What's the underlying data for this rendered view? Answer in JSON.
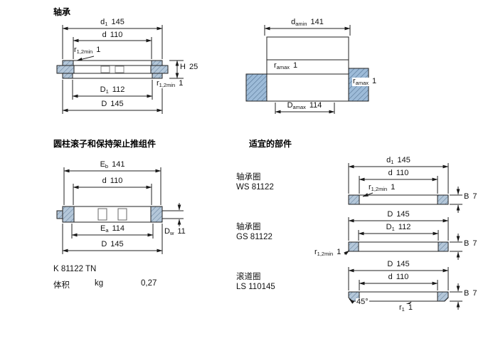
{
  "bearing": {
    "title": "轴承",
    "dims": {
      "d1": {
        "base": "d",
        "sub": "1",
        "value": "145"
      },
      "d": {
        "base": "d",
        "sub": "",
        "value": "110"
      },
      "r12_top": {
        "base": "r",
        "sub": "1,2min",
        "value": "1"
      },
      "H": {
        "base": "H",
        "sub": "",
        "value": "25"
      },
      "r12_bottom": {
        "base": "r",
        "sub": "1,2min",
        "value": "1"
      },
      "D1": {
        "base": "D",
        "sub": "1",
        "value": "112"
      },
      "D": {
        "base": "D",
        "sub": "",
        "value": "145"
      }
    }
  },
  "abutment": {
    "dims": {
      "da_min": {
        "base": "d",
        "sub": "amin",
        "value": "141"
      },
      "ra_max_left": {
        "base": "r",
        "sub": "amax",
        "value": "1"
      },
      "ra_max_right": {
        "base": "r",
        "sub": "amax",
        "value": "1"
      },
      "Da_max": {
        "base": "D",
        "sub": "amax",
        "value": "114"
      }
    }
  },
  "assembly": {
    "title": "圆柱滚子和保持架止推组件",
    "dims": {
      "Eb": {
        "base": "E",
        "sub": "b",
        "value": "141"
      },
      "d": {
        "base": "d",
        "sub": "",
        "value": "110"
      },
      "Dw": {
        "base": "D",
        "sub": "w",
        "value": "11"
      },
      "Ea": {
        "base": "E",
        "sub": "a",
        "value": "114"
      },
      "D": {
        "base": "D",
        "sub": "",
        "value": "145"
      }
    },
    "designation": "K 81122 TN",
    "volume_label": "体积",
    "volume_unit": "kg",
    "volume_value": "0,27"
  },
  "components": {
    "title": "适宜的部件",
    "items": [
      {
        "type": "轴承圈",
        "designation": "WS 81122"
      },
      {
        "type": "轴承圈",
        "designation": "GS 81122"
      },
      {
        "type": "滚道圈",
        "designation": "LS 110145"
      }
    ],
    "ws": {
      "d1": {
        "base": "d",
        "sub": "1",
        "value": "145"
      },
      "d": {
        "base": "d",
        "sub": "",
        "value": "110"
      },
      "r12": {
        "base": "r",
        "sub": "1,2min",
        "value": "1"
      },
      "B": {
        "base": "B",
        "sub": "",
        "value": "7"
      }
    },
    "gs": {
      "D": {
        "base": "D",
        "sub": "",
        "value": "145"
      },
      "D1": {
        "base": "D",
        "sub": "1",
        "value": "112"
      },
      "r12": {
        "base": "r",
        "sub": "1,2min",
        "value": "1"
      },
      "B": {
        "base": "B",
        "sub": "",
        "value": "7"
      }
    },
    "ls": {
      "D": {
        "base": "D",
        "sub": "",
        "value": "145"
      },
      "d": {
        "base": "d",
        "sub": "",
        "value": "110"
      },
      "angle": "45°",
      "r1": {
        "base": "r",
        "sub": "1",
        "value": "1"
      },
      "B": {
        "base": "B",
        "sub": "",
        "value": "7"
      }
    }
  }
}
